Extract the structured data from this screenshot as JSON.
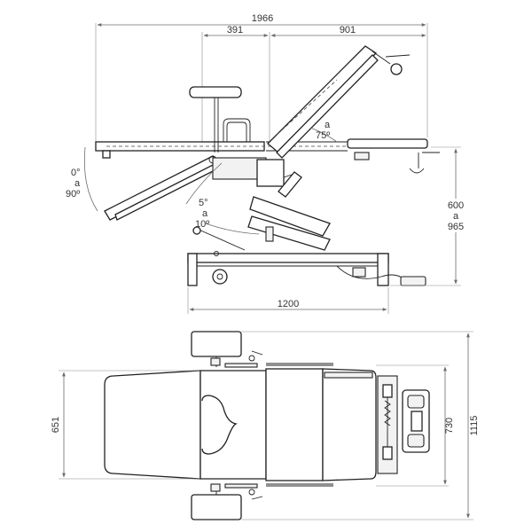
{
  "side_view": {
    "dim_total_length": "1966",
    "dim_seat_section": "391",
    "dim_back_section": "901",
    "dim_base_length": "1200",
    "dim_height_value": "600",
    "dim_height_sep": "a",
    "dim_height_max": "965",
    "angle_leg_min": "0°",
    "angle_leg_sep": "a",
    "angle_leg_max": "90º",
    "angle_seat_min": "5°",
    "angle_seat_sep": "a",
    "angle_seat_max": "10º",
    "angle_back_sep": "a",
    "angle_back_max": "75º"
  },
  "top_view": {
    "dim_width": "651",
    "dim_pedal_width": "730",
    "dim_total_width": "1115"
  }
}
